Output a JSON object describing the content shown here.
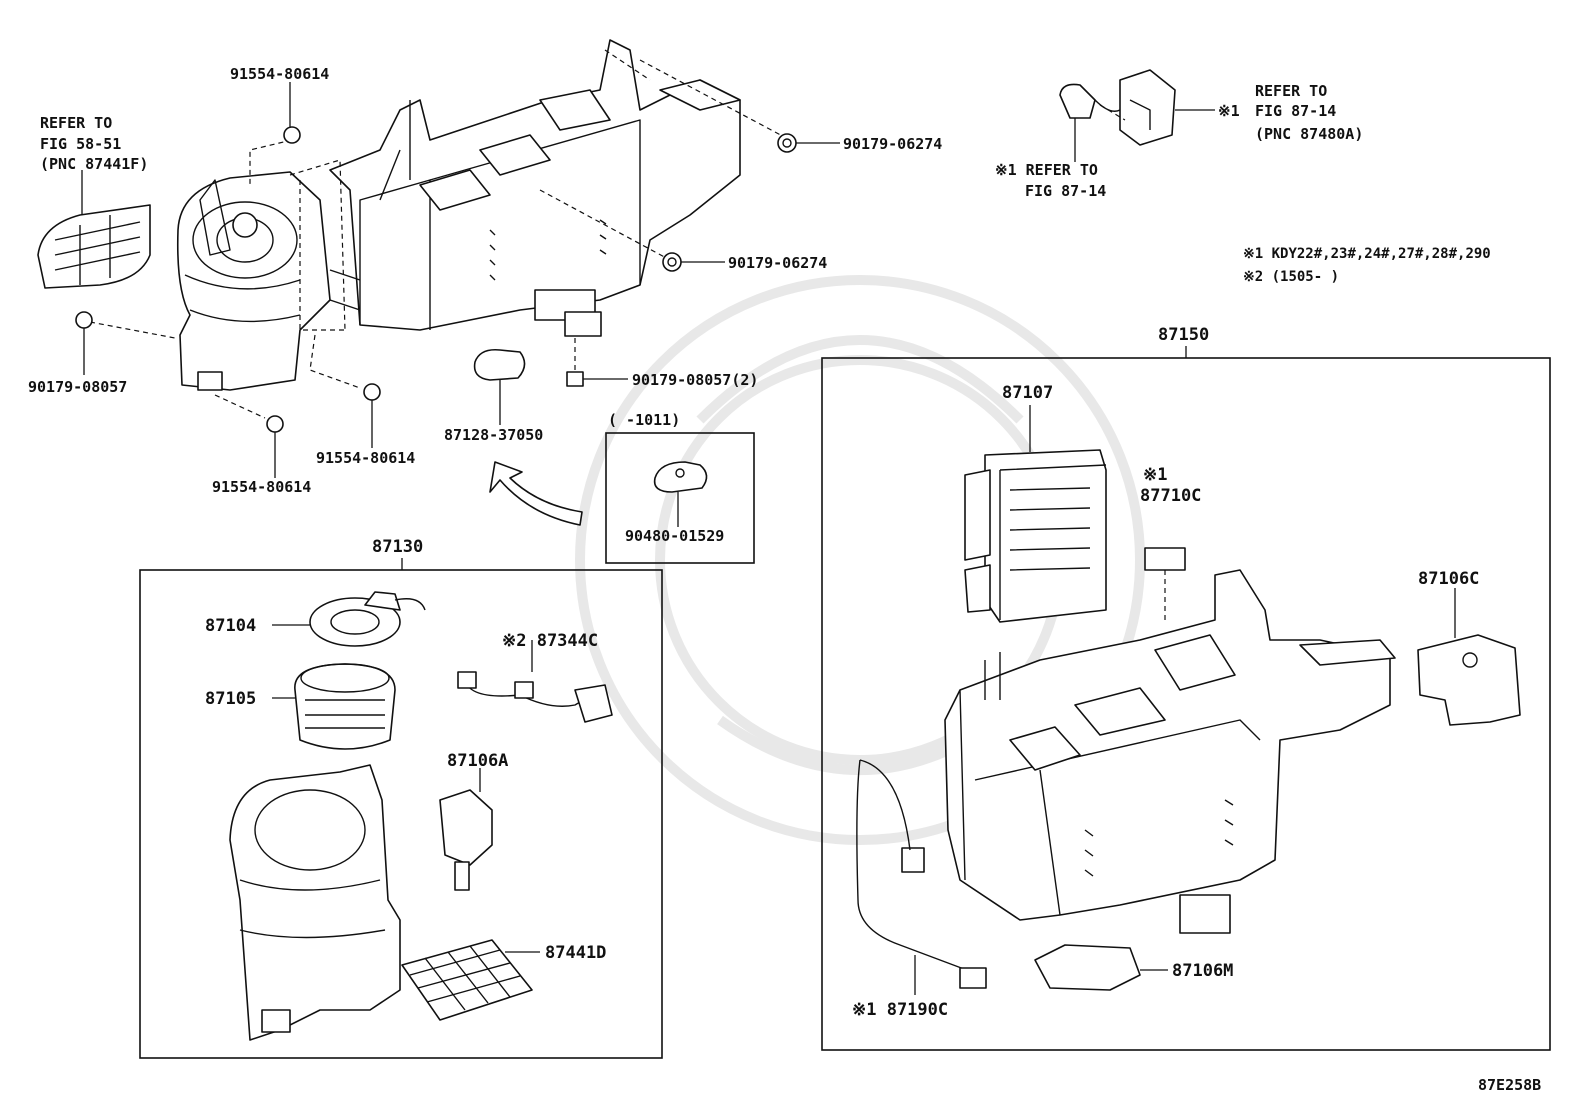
{
  "diagram": {
    "labels": {
      "p91554_top": "91554-80614",
      "refer_58_line1": "REFER TO",
      "refer_58_line2": "FIG 58-51",
      "refer_58_line3": "(PNC 87441F)",
      "p90179_06274_a": "90179-06274",
      "p90179_06274_b": "90179-06274",
      "p90179_08057_left": "90179-08057",
      "p90179_08057_2": "90179-08057(2)",
      "p91554_mid": "91554-80614",
      "p91554_bot": "91554-80614",
      "p87128": "87128-37050",
      "range_1011": "(    -1011)",
      "p90480": "90480-01529",
      "refer_87_14_top_l1": "REFER TO",
      "refer_87_14_top_mark": "※1",
      "refer_87_14_top_l2": "FIG 87-14",
      "refer_87_14_top_l3": "(PNC 87480A)",
      "refer_87_14_left_l1": "※1 REFER TO",
      "refer_87_14_left_l2": "FIG 87-14",
      "note_1": "※1 KDY22#,23#,24#,27#,28#,290",
      "note_2": "※2 (1505-      )",
      "p87150": "87150",
      "p87107": "87107",
      "p87710c_mark": "※1",
      "p87710c": "87710C",
      "p87106c": "87106C",
      "p87106m": "87106M",
      "p87190c": "※1 87190C",
      "p87130": "87130",
      "p87104": "87104",
      "p87105": "87105",
      "p87344c": "※2 87344C",
      "p87106a": "87106A",
      "p87441d": "87441D",
      "fig_code": "87E258B"
    }
  }
}
